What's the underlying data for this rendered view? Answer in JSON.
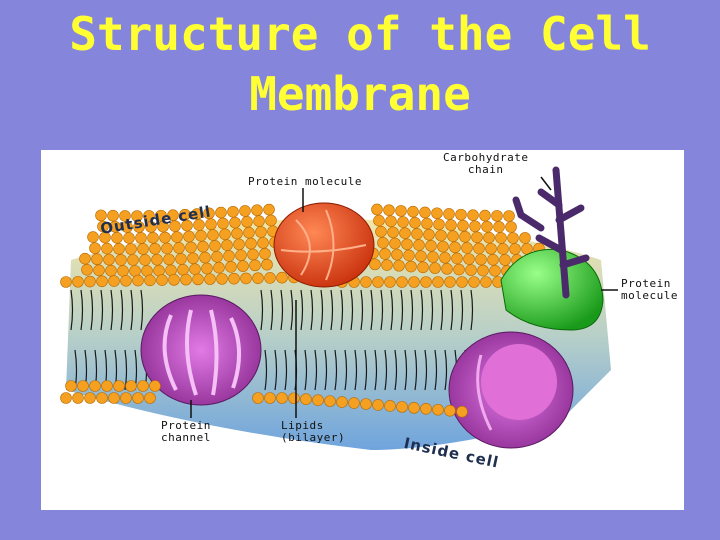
{
  "slide": {
    "title_line1": "Structure of the Cell",
    "title_line2": "Membrane"
  },
  "diagram": {
    "labels": {
      "protein_molecule_top": "Protein molecule",
      "carbohydrate_line1": "Carbohydrate",
      "carbohydrate_line2": "chain",
      "outside_cell": "Outside cell",
      "protein_molecule_right_line1": "Protein",
      "protein_molecule_right_line2": "molecule",
      "protein_channel_line1": "Protein",
      "protein_channel_line2": "channel",
      "lipids_line1": "Lipids",
      "lipids_line2": "(bilayer)",
      "inside_cell": "Inside cell"
    },
    "colors": {
      "lipid_head": "#f5a020",
      "lipid_tail": "#1a1a1a",
      "protein_red": "#e84a1e",
      "protein_green": "#33cc33",
      "channel_purple": "#a040a8",
      "channel_pink": "#dd66dd",
      "carbohydrate": "#4a2a6a",
      "membrane_fill_top": "#f0e0a0",
      "membrane_fill_bottom": "#80b0e0"
    }
  }
}
